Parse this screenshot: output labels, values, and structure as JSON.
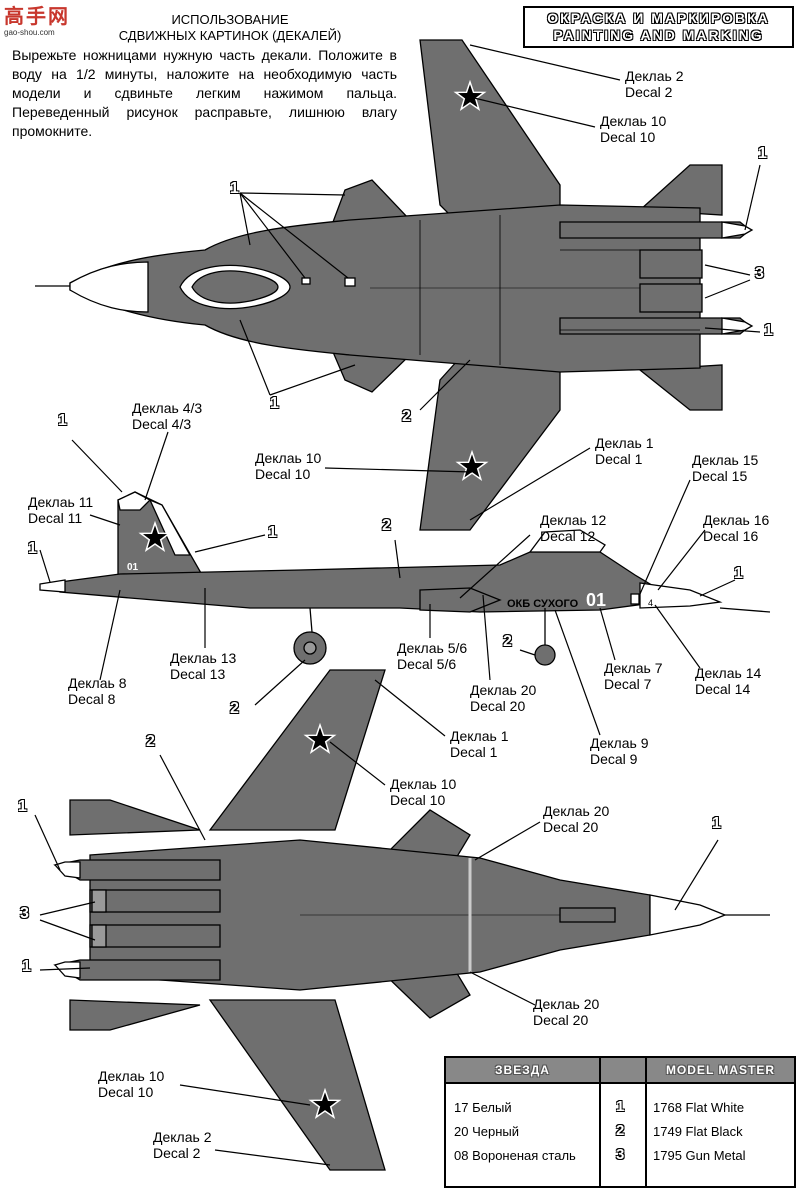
{
  "logo": {
    "chars": "高手网",
    "url": "gao-shou.com"
  },
  "header": {
    "title_ru": "ОКРАСКА И МАРКИРОВКА",
    "title_en": "PAINTING AND MARKING",
    "use_title_1": "ИСПОЛЬЗОВАНИЕ",
    "use_title_2": "СДВИЖНЫХ КАРТИНОК (ДЕКАЛЕЙ)",
    "instructions": "Вырежьте ножницами нужную часть декали. Положите в воду на 1/2 минуты, наложите на необходимую часть модели и сдвиньте легким нажимом пальца. Переведенный рисунок расправьте, лишнюю влагу промокните."
  },
  "callouts": {
    "d2a": [
      "Деклаь 2",
      "Decal 2"
    ],
    "d10a": [
      "Деклаь 10",
      "Decal 10"
    ],
    "d43": [
      "Деклаь 4/3",
      "Decal 4/3"
    ],
    "d10b": [
      "Деклаь 10",
      "Decal 10"
    ],
    "d1a": [
      "Деклаь 1",
      "Decal 1"
    ],
    "d15": [
      "Деклаь 15",
      "Decal 15"
    ],
    "d11": [
      "Деклаь 11",
      "Decal 11"
    ],
    "d12": [
      "Деклаь 12",
      "Decal 12"
    ],
    "d16": [
      "Деклаь 16",
      "Decal 16"
    ],
    "d56": [
      "Деклаь 5/6",
      "Decal 5/6"
    ],
    "d13": [
      "Деклаь 13",
      "Decal 13"
    ],
    "d8": [
      "Деклаь 8",
      "Decal 8"
    ],
    "d20a": [
      "Деклаь 20",
      "Decal 20"
    ],
    "d7": [
      "Деклаь 7",
      "Decal 7"
    ],
    "d14": [
      "Деклаь 14",
      "Decal 14"
    ],
    "d1b": [
      "Деклаь 1",
      "Decal 1"
    ],
    "d9": [
      "Деклаь 9",
      "Decal 9"
    ],
    "d10c": [
      "Деклаь 10",
      "Decal 10"
    ],
    "d20b": [
      "Деклаь 20",
      "Decal 20"
    ],
    "d20c": [
      "Деклаь 20",
      "Decal 20"
    ],
    "d10d": [
      "Деклаь 10",
      "Decal 10"
    ],
    "d2b": [
      "Деклаь 2",
      "Decal 2"
    ]
  },
  "paint_numbers": {
    "n1": "1",
    "n2": "2",
    "n3": "3"
  },
  "side_marks": {
    "okb": "ОКБ СУХОГО",
    "board": "01",
    "tail": "01",
    "small": "4"
  },
  "legend": {
    "col1_title": "ЗВЕЗДА",
    "col2_title": "MODEL MASTER",
    "rows": [
      {
        "zvezda": "17 Белый",
        "num": "1",
        "mm": "1768 Flat White"
      },
      {
        "zvezda": "20 Черный",
        "num": "2",
        "mm": "1749 Flat Black"
      },
      {
        "zvezda": "08 Вороненая сталь",
        "num": "3",
        "mm": "1795 Gun Metal"
      }
    ]
  },
  "colors": {
    "aircraft_gray": "#6f6f6f",
    "outline": "#000000",
    "white": "#ffffff"
  }
}
